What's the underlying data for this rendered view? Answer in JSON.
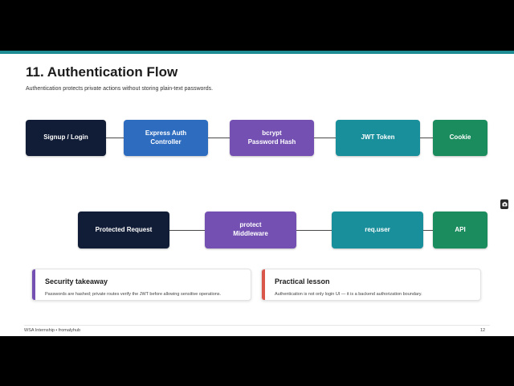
{
  "slide": {
    "title": "11. Authentication Flow",
    "subtitle": "Authentication protects private actions without storing plain-text passwords."
  },
  "flow_row1": [
    {
      "label": "Signup / Login"
    },
    {
      "label": "Express Auth\nController"
    },
    {
      "label": "bcrypt\nPassword Hash"
    },
    {
      "label": "JWT Token"
    },
    {
      "label": "Cookie"
    }
  ],
  "flow_row2": [
    {
      "label": "Protected Request"
    },
    {
      "label": "protect\nMiddleware"
    },
    {
      "label": "req.user"
    },
    {
      "label": "API"
    }
  ],
  "cards": [
    {
      "title": "Security takeaway",
      "body": "Passwords are hashed; private routes verify the JWT before allowing sensitive operations.",
      "accent": "#7350b2"
    },
    {
      "title": "Practical lesson",
      "body": "Authentication is not only login UI — it is a backend authorization boundary.",
      "accent": "#d9574a"
    }
  ],
  "footer": {
    "left": "WSA Internship • fromalyhub",
    "page": "12"
  },
  "colors": {
    "navy": "#111c36",
    "blue": "#2e6cc0",
    "purple": "#7350b2",
    "teal": "#188f9b",
    "green": "#1a8c5e",
    "topbar": "#1f8c94"
  },
  "icons": {
    "side_control": "camera-icon"
  }
}
